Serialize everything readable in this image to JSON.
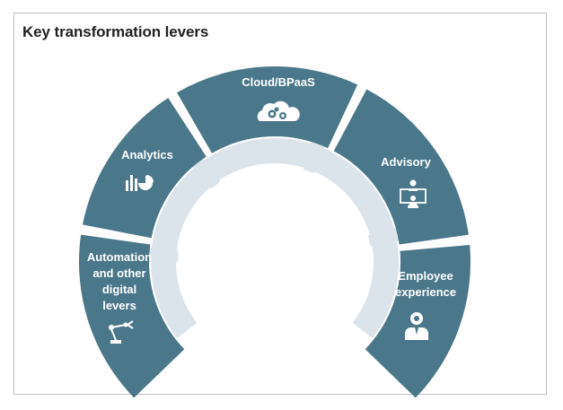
{
  "title": "Key transformation levers",
  "colors": {
    "segment": "#4a778a",
    "ring": "#dbe4ea",
    "icon": "#ffffff",
    "title_text": "#222222",
    "border": "#bfbfbf"
  },
  "levers": [
    {
      "id": "automation",
      "label_lines": [
        "Automation",
        "and other",
        "digital",
        "levers"
      ],
      "icon": "robot-arm-icon"
    },
    {
      "id": "analytics",
      "label_lines": [
        "Analytics"
      ],
      "icon": "analytics-chart-icon"
    },
    {
      "id": "cloud",
      "label_lines": [
        "Cloud/BPaaS"
      ],
      "icon": "cloud-gears-icon"
    },
    {
      "id": "advisory",
      "label_lines": [
        "Advisory"
      ],
      "icon": "presenter-board-icon"
    },
    {
      "id": "employee",
      "label_lines": [
        "Employee",
        "experience"
      ],
      "icon": "employee-award-icon"
    }
  ]
}
